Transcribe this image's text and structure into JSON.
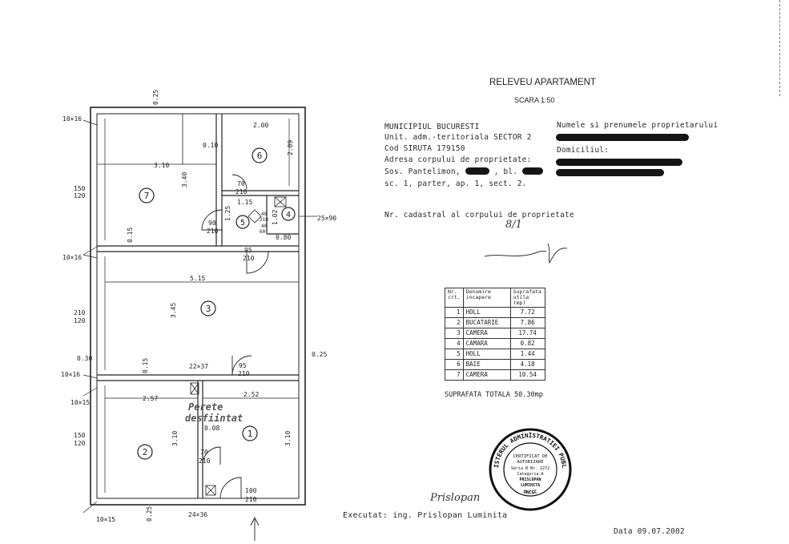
{
  "header": {
    "title": "RELEVEU APARTAMENT",
    "scale": "SCARA 1:50"
  },
  "address": {
    "line1": "MUNICIPIUL BUCURESTI",
    "line2": "Unit. adm.-teritoriala SECTOR 2",
    "line3": "Cod SIRUTA 179150",
    "line4": "Adresa corpului de proprietate:",
    "line5a": "Sos. Pantelimon,",
    "line5b": ", bl.",
    "line6": "sc. 1, parter, ap. 1, sect. 2.",
    "cadastral": "Nr. cadastral al corpului de proprietate",
    "cadastral_value": "8/1"
  },
  "owner": {
    "name_label": "Numele si prenumele proprietarului",
    "domicile_label": "Domiciliul:"
  },
  "table": {
    "col1": "Nr. crt.",
    "col2": "Denumire incapere",
    "col3": "Suprafata utila (mp)",
    "rows": [
      {
        "nr": "1",
        "name": "HOLL",
        "area": "7.72"
      },
      {
        "nr": "2",
        "name": "BUCATARIE",
        "area": "7.86"
      },
      {
        "nr": "3",
        "name": "CAMERA",
        "area": "17.74"
      },
      {
        "nr": "4",
        "name": "CAMARA",
        "area": "0.82"
      },
      {
        "nr": "5",
        "name": "HOLL",
        "area": "1.44"
      },
      {
        "nr": "6",
        "name": "BAIE",
        "area": "4.18"
      },
      {
        "nr": "7",
        "name": "CAMERA",
        "area": "10.54"
      }
    ],
    "total": "SUPRAFATA TOTALA  50.30mp"
  },
  "footer": {
    "executed": "Executat: ing. Prislopan Luminita",
    "date": "Data 09.07.2002",
    "signature": "Prislopan"
  },
  "stamp": {
    "ring": "MINISTERUL ADMINISTRATIEI PUBLICE",
    "line1": "CERTIFICAT DE",
    "line2": "AUTORIZARE",
    "line3": "Seria B Nr. 2272",
    "line4": "Categoria A",
    "line5": "PRISLOPAN",
    "line6": "LUMINITA",
    "bottom": "ONCGC"
  },
  "plan": {
    "rooms": [
      "1",
      "2",
      "3",
      "4",
      "5",
      "6",
      "7"
    ],
    "note_line1": "Perete",
    "note_line2": "desfiintat",
    "dims": {
      "top_wall": "0.25",
      "w_10x16_a": "10×16",
      "w_2_00": "2.00",
      "w_0_10": "0.10",
      "w_3_10a": "3.10",
      "w_3_40": "3.40",
      "w_2_09": "2.09",
      "win_150_a": "150",
      "win_120_a": "120",
      "door_70_a": "70",
      "door_210_a": "210",
      "w_1_15": "1.15",
      "w_1_25": "1.25",
      "w_1_02": "1.02",
      "w_40a": "40",
      "w_210d": "210",
      "w_40b": "40",
      "w_60": "60",
      "w_25x90": "25×90",
      "door_90": "90",
      "door_210_b": "210",
      "w_0_80": "0.80",
      "w_0_15a": "0.15",
      "door_95_a": "95",
      "door_210_c": "210",
      "w_10x16_b": "10×16",
      "w_5_15": "5.15",
      "w_3_45": "3.45",
      "win_210": "210",
      "win_120_b": "120",
      "w_0_30": "0.30",
      "w_0_15b": "0.15",
      "w_22x37": "22×37",
      "door_95_b": "95",
      "door_210_d": "210",
      "w_0_25r": "0.25",
      "w_10x16_c": "10×16",
      "w_10x15_a": "10×15",
      "w_2_57": "2.57",
      "w_2_52": "2.52",
      "w_0_08": "0.08",
      "w_3_10b": "3.10",
      "w_3_10c": "3.10",
      "win_150_b": "150",
      "win_120_c": "120",
      "door_70_b": "70",
      "door_210_e": "210",
      "door_100": "100",
      "door_210_f": "210",
      "w_10x15_b": "10×15",
      "w_0_25b": "0.25",
      "w_24x36": "24×36"
    }
  }
}
